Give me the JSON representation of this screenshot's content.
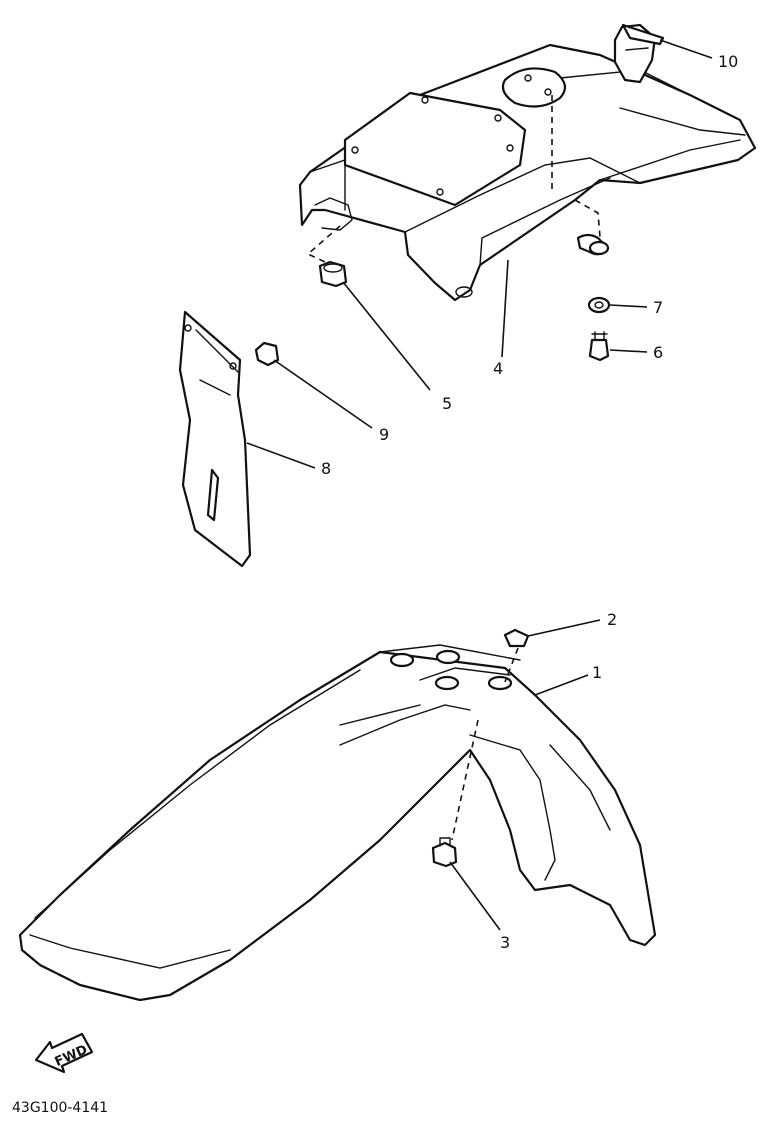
{
  "labels": {
    "p1": "1",
    "p2": "2",
    "p3": "3",
    "p4": "4",
    "p5": "5",
    "p6": "6",
    "p7": "7",
    "p8": "8",
    "p9": "9",
    "p10": "10"
  },
  "fwd_arrow": "FWD",
  "drawing_code": "43G100-4141"
}
